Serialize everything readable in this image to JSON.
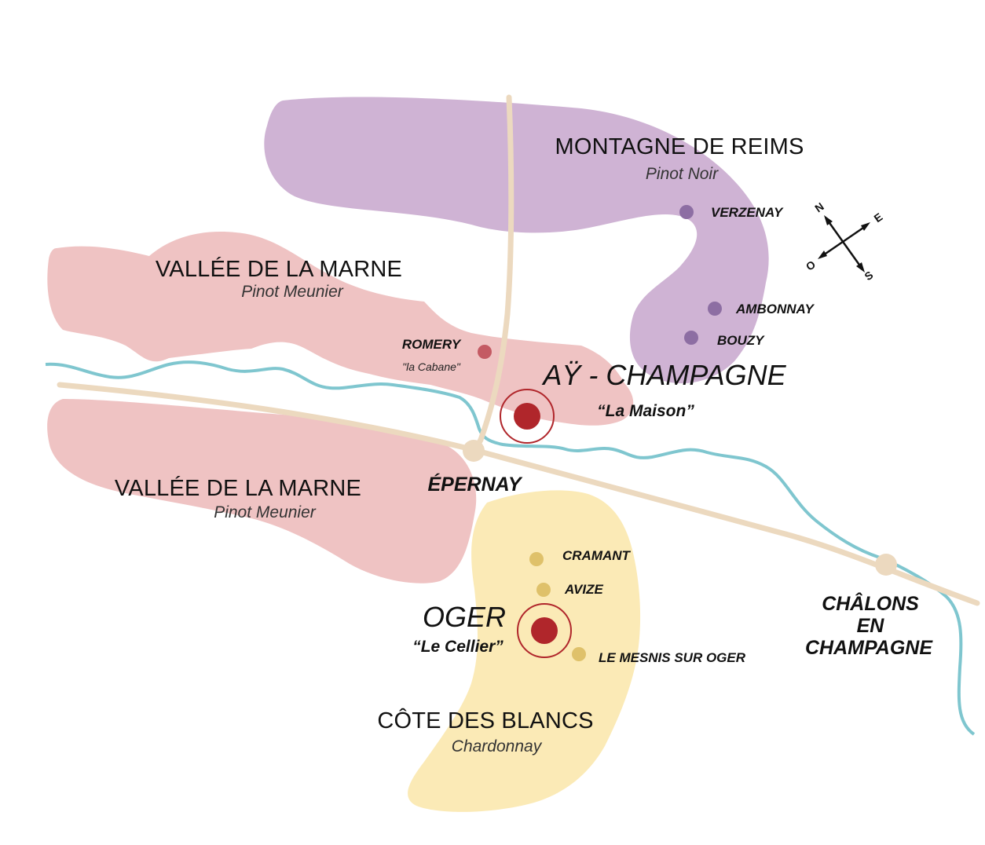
{
  "colors": {
    "montagne": "#cfb3d4",
    "vallee": "#efc3c3",
    "cote": "#fbeab6",
    "river": "#7fc6cf",
    "road": "#ecd9bf",
    "maison": "#b0262b",
    "montagne_dot": "#8d6ea3",
    "vallee_dot": "#c45a63",
    "cote_dot": "#dfc16a"
  },
  "regions": {
    "montagne": {
      "name": "MONTAGNE DE REIMS",
      "variety": "Pinot Noir"
    },
    "vallee_north": {
      "name": "VALLÉE DE LA MARNE",
      "variety": "Pinot Meunier"
    },
    "vallee_south": {
      "name": "VALLÉE DE LA MARNE",
      "variety": "Pinot Meunier"
    },
    "cote": {
      "name": "CÔTE DES BLANCS",
      "variety": "Chardonnay"
    }
  },
  "villages": {
    "verzenay": "VERZENAY",
    "ambonnay": "AMBONNAY",
    "bouzy": "BOUZY",
    "romery": "ROMERY",
    "romery_note": "\"la Cabane\"",
    "cramant": "CRAMANT",
    "avize": "AVIZE",
    "mesnil": "LE MESNIS SUR OGER"
  },
  "houses": {
    "ay": {
      "name": "AŸ - CHAMPAGNE",
      "note": "“La Maison”"
    },
    "oger": {
      "name": "OGER",
      "note": "“Le Cellier”"
    }
  },
  "cities": {
    "epernay": "ÉPERNAY",
    "chalons": [
      "CHÂLONS",
      "EN",
      "CHAMPAGNE"
    ]
  },
  "compass": {
    "n": "N",
    "e": "E",
    "s": "S",
    "o": "O"
  }
}
